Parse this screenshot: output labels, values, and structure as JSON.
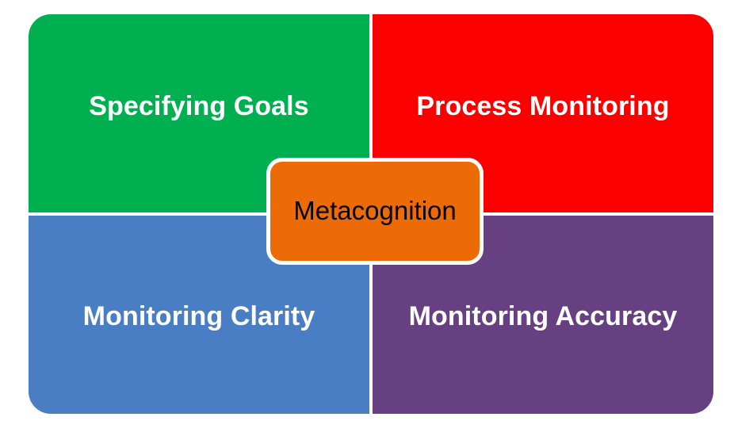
{
  "diagram": {
    "type": "four-quadrant-hub-diagram",
    "center": {
      "label": "Metacognition",
      "fill_color": "#ED6B06",
      "text_color": "#000000",
      "border_color": "#FFFFFF"
    },
    "quadrants": [
      {
        "position": "top-left",
        "label": "Specifying Goals",
        "fill_color": "#00B050",
        "text_color": "#FFFFFF"
      },
      {
        "position": "top-right",
        "label": "Process Monitoring",
        "fill_color": "#FC0000",
        "text_color": "#FFFFFF"
      },
      {
        "position": "bottom-left",
        "label": "Monitoring Clarity",
        "fill_color": "#4A7EC4",
        "text_color": "#FFFFFF"
      },
      {
        "position": "bottom-right",
        "label": "Monitoring Accuracy",
        "fill_color": "#664080",
        "text_color": "#FFFFFF"
      }
    ],
    "background_color": "#FFFFFF"
  }
}
